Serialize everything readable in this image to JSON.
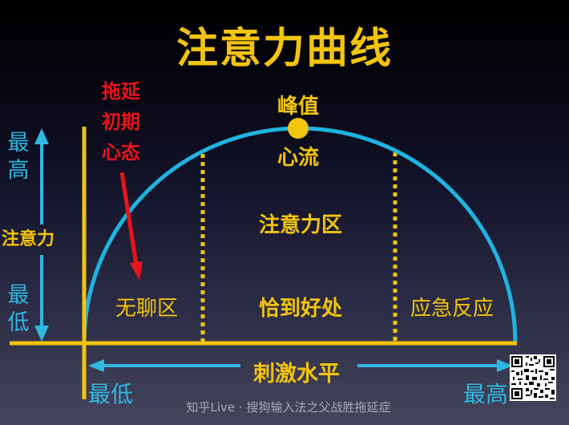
{
  "title": "注意力曲线",
  "y_axis": {
    "label": "注意力",
    "high": "最高",
    "low": "最低"
  },
  "x_axis": {
    "label": "刺激水平",
    "low": "最低",
    "high": "最高"
  },
  "annotation": {
    "red_note_lines": [
      "拖延",
      "初期",
      "心态"
    ]
  },
  "peak": {
    "label": "峰值",
    "state": "心流"
  },
  "zones": {
    "left": "无聊区",
    "middle_top": "注意力区",
    "middle_bottom": "恰到好处",
    "right": "应急反应"
  },
  "watermark": "知乎Live · 搜狗输入法之父战胜拖延症",
  "qr_code": "qr-code",
  "colors": {
    "title": "#f2c40f",
    "curve": "#1fb3e0",
    "axis": "#f2c40f",
    "annotation": "#e8141a",
    "arrow": "#2fb8e2"
  },
  "chart_data": {
    "type": "line",
    "title": "注意力曲线",
    "xlabel": "刺激水平",
    "ylabel": "注意力",
    "x_ticks": [
      "最低",
      "最高"
    ],
    "y_ticks": [
      "最低",
      "最高"
    ],
    "curve": "inverted-U (semicircle)",
    "x": [
      0,
      0.25,
      0.5,
      0.75,
      1
    ],
    "y": [
      0,
      0.87,
      1,
      0.87,
      0
    ],
    "regions": [
      {
        "name": "无聊区",
        "x_range": [
          0,
          0.275
        ]
      },
      {
        "name": "注意力区 / 恰到好处",
        "x_range": [
          0.275,
          0.72
        ]
      },
      {
        "name": "应急反应",
        "x_range": [
          0.72,
          1
        ]
      }
    ],
    "annotations": [
      {
        "text": "峰值 / 心流",
        "x": 0.5,
        "y": 1
      },
      {
        "text": "拖延初期心态",
        "points_to": "无聊区"
      }
    ]
  }
}
